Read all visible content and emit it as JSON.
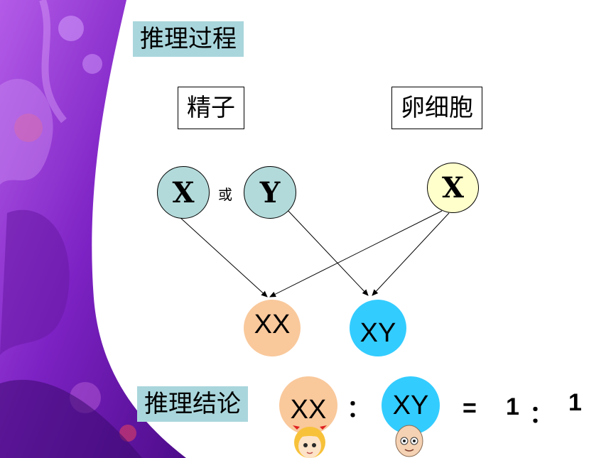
{
  "slide": {
    "process_title": "推理过程",
    "sperm_label": "精子",
    "egg_label": "卵细胞",
    "sperm_x": "X",
    "or_text": "或",
    "sperm_y": "Y",
    "egg_x": "X",
    "zygote_xx": "XX",
    "zygote_xy": "XY",
    "conclusion_title": "推理结论",
    "conclusion_xx": "XX",
    "colon": "：",
    "conclusion_xy": "XY",
    "equals": "=",
    "ratio_left": "1",
    "ratio_colon": "：",
    "ratio_right": "1"
  },
  "colors": {
    "gamete_fill": "#b3dada",
    "egg_fill": "#ffffcc",
    "xx_fill": "#f9c89b",
    "xy_fill": "#33ccff",
    "tag_fill": "#a9d6dc",
    "bg_purple": "#8d2fd0"
  },
  "icons": [
    "girl-icon",
    "boy-icon"
  ]
}
